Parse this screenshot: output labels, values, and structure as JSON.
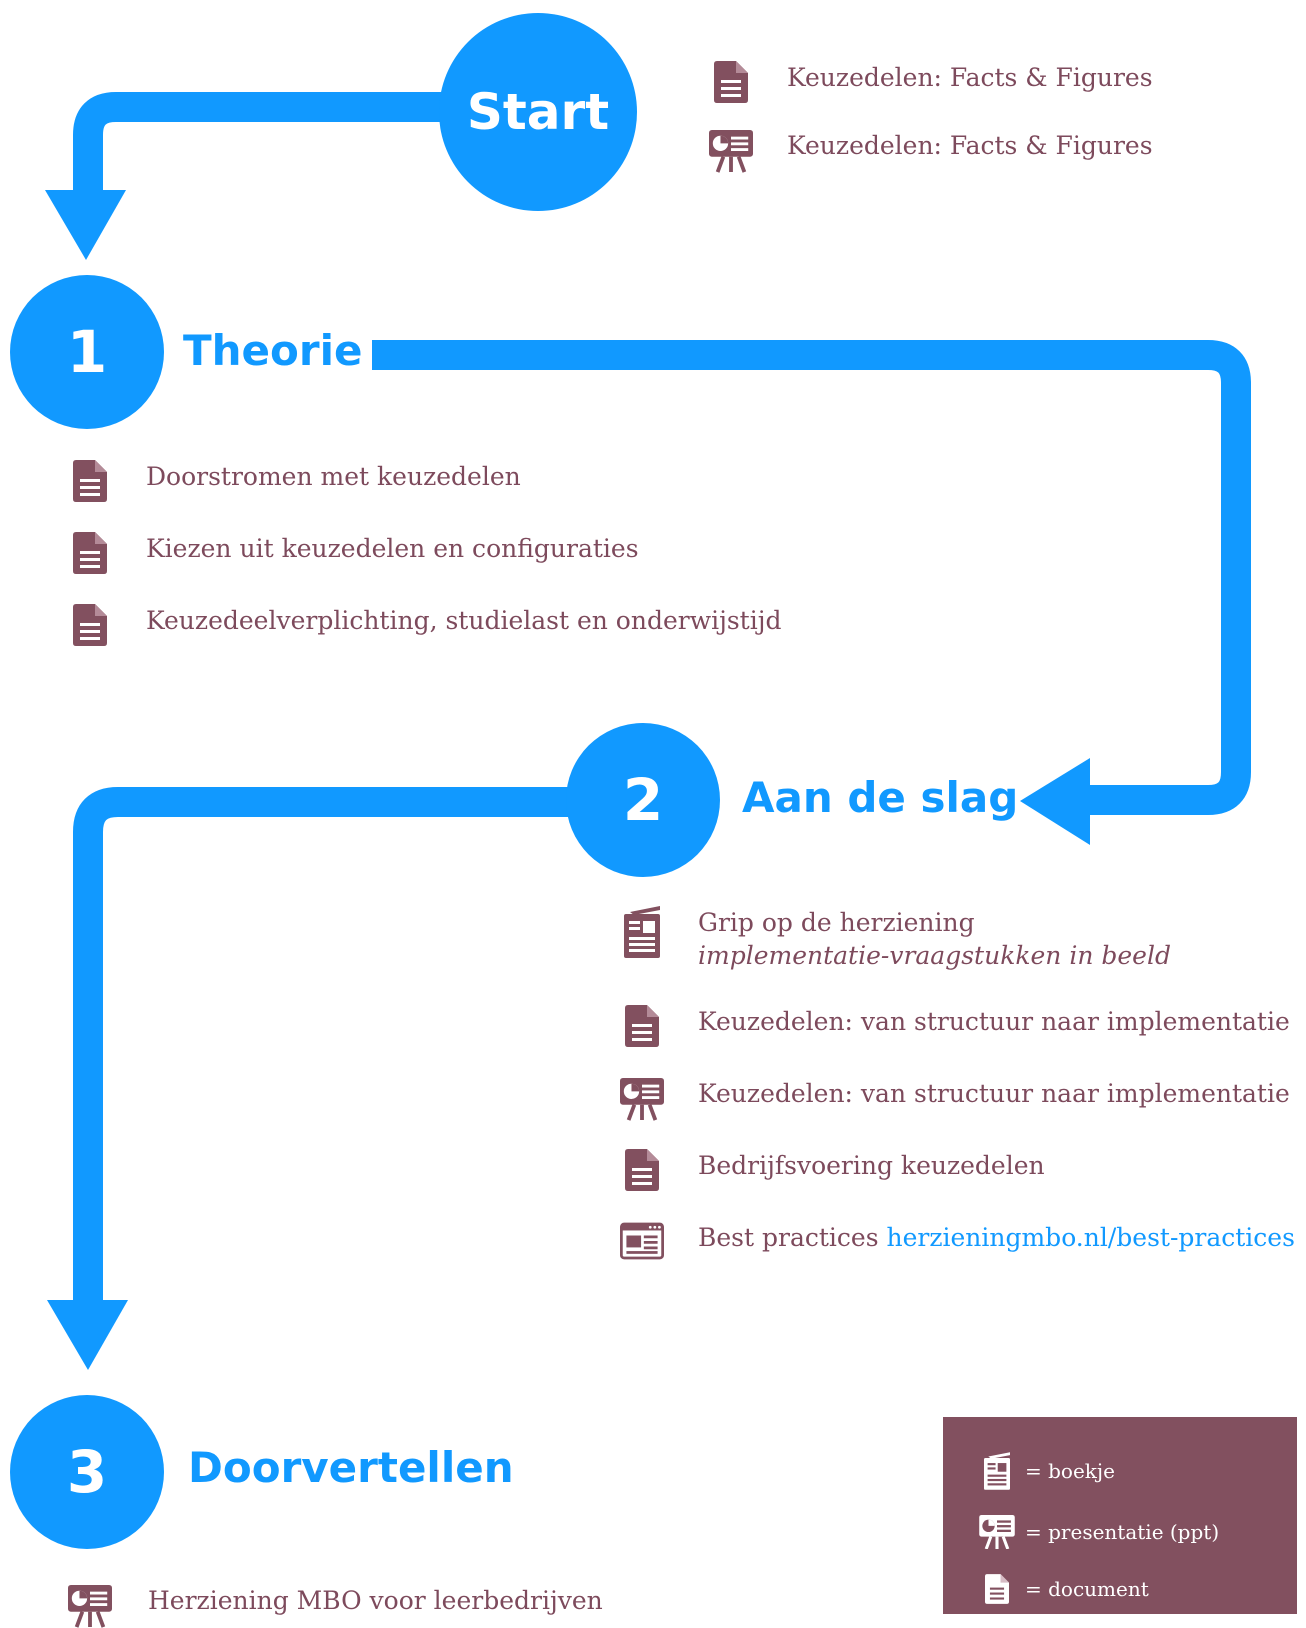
{
  "colors": {
    "flow": "#1199ff",
    "text": "#7d4a5c",
    "legend_bg": "#82505f",
    "legend_text": "#ffffff"
  },
  "start": {
    "label": "Start",
    "items": [
      {
        "icon": "document-icon",
        "text": "Keuzedelen: Facts & Figures"
      },
      {
        "icon": "presentation-icon",
        "text": "Keuzedelen: Facts & Figures"
      }
    ]
  },
  "step1": {
    "number": "1",
    "title": "Theorie",
    "items": [
      {
        "icon": "document-icon",
        "text": "Doorstromen met keuzedelen"
      },
      {
        "icon": "document-icon",
        "text": "Kiezen uit keuzedelen en configuraties"
      },
      {
        "icon": "document-icon",
        "text": "Keuzedeelverplichting, studielast en onderwijstijd"
      }
    ]
  },
  "step2": {
    "number": "2",
    "title": "Aan de slag",
    "items": [
      {
        "icon": "booklet-icon",
        "text": "Grip op de herziening",
        "subtext": "implementatie-vraagstukken in beeld"
      },
      {
        "icon": "document-icon",
        "text": "Keuzedelen: van structuur naar implementatie"
      },
      {
        "icon": "presentation-icon",
        "text": "Keuzedelen: van structuur naar implementatie"
      },
      {
        "icon": "document-icon",
        "text": "Bedrijfsvoering keuzedelen"
      },
      {
        "icon": "website-icon",
        "text": "Best practices ",
        "link": "herzieningmbo.nl/best-practices"
      }
    ]
  },
  "step3": {
    "number": "3",
    "title": "Doorvertellen",
    "items": [
      {
        "icon": "presentation-icon",
        "text": "Herziening MBO voor leerbedrijven"
      }
    ]
  },
  "legend": {
    "items": [
      {
        "icon": "booklet-icon",
        "text": "= boekje"
      },
      {
        "icon": "presentation-icon",
        "text": "= presentatie (ppt)"
      },
      {
        "icon": "document-icon",
        "text": "= document"
      }
    ]
  }
}
